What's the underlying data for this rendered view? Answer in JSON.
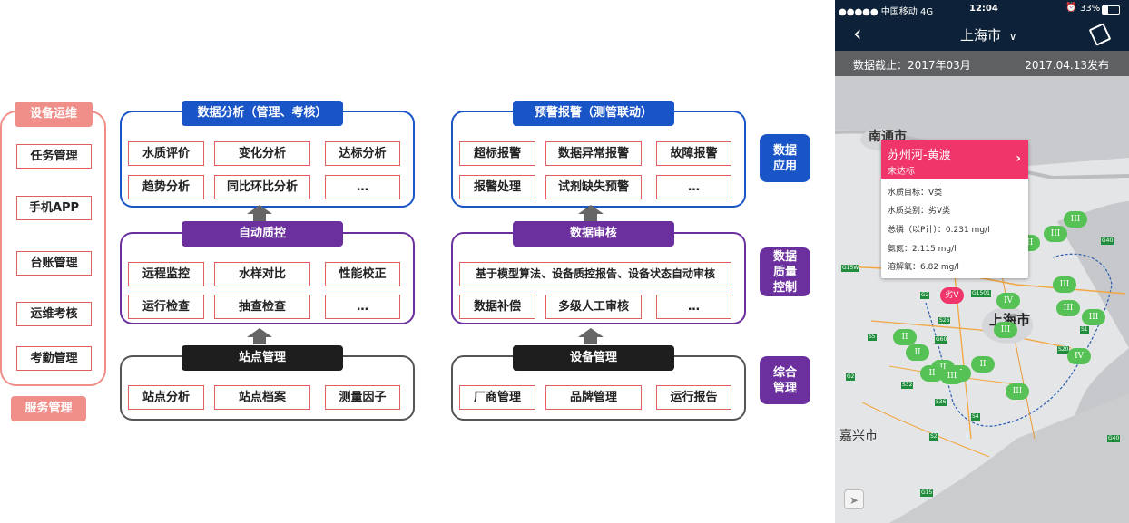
{
  "diagram": {
    "left_panel": {
      "title": "设备运维",
      "items": [
        "任务管理",
        "手机APP",
        "台账管理",
        "运维考核",
        "考勤管理"
      ],
      "footer": "服务管理"
    },
    "groups": {
      "analysis": {
        "title": "数据分析（管理、考核）",
        "cells": [
          "水质评价",
          "变化分析",
          "达标分析",
          "趋势分析",
          "同比环比分析",
          "…"
        ]
      },
      "alarm": {
        "title": "预警报警（测管联动）",
        "cells": [
          "超标报警",
          "数据异常报警",
          "故障报警",
          "报警处理",
          "试剂缺失预警",
          "…"
        ]
      },
      "auto_qc": {
        "title": "自动质控",
        "cells": [
          "远程监控",
          "水样对比",
          "性能校正",
          "运行检查",
          "抽查检查",
          "…"
        ]
      },
      "data_review": {
        "title": "数据审核",
        "wide_cell": "基于模型算法、设备质控报告、设备状态自动审核",
        "cells": [
          "数据补偿",
          "多级人工审核",
          "…"
        ]
      },
      "station": {
        "title": "站点管理",
        "cells": [
          "站点分析",
          "站点档案",
          "测量因子"
        ]
      },
      "device": {
        "title": "设备管理",
        "cells": [
          "厂商管理",
          "品牌管理",
          "运行报告"
        ]
      }
    },
    "side_labels": [
      "数据\n应用",
      "数据\n质量\n控制",
      "综合\n管理"
    ],
    "colors": {
      "blue": "#1a55c8",
      "purple": "#6b2f9e",
      "black": "#1e1e1e",
      "salmon": "#f08f8a",
      "cell_border": "#e06060"
    }
  },
  "phone": {
    "status": {
      "carrier": "●●●●● 中国移动  4G",
      "time": "12:04",
      "battery": "33%"
    },
    "nav": {
      "title": "上海市",
      "back_icon": "back-arrow-icon",
      "right_icon": "report-icon"
    },
    "info": {
      "cutoff": "数据截止：2017年03月",
      "published": "2017.04.13发布"
    },
    "map_labels": {
      "nantong": "南通市",
      "shanghai": "上海市",
      "jiaxing": "嘉兴市"
    },
    "selected_marker": "劣V",
    "popup": {
      "title": "苏州河-黄渡",
      "status": "未达标",
      "rows": [
        "水质目标：V类",
        "水质类别：劣V类",
        "总磷（以P计）：0.231 mg/l",
        "氨氮：2.115 mg/l",
        "溶解氧：6.82 mg/l"
      ]
    },
    "markers": [
      "III",
      "III",
      "III",
      "III",
      "IV",
      "III",
      "III",
      "III",
      "II",
      "II",
      "II",
      "II",
      "II",
      "III",
      "II",
      "IV",
      "III"
    ],
    "road_labels": [
      "G40",
      "G15W",
      "G2",
      "S5",
      "S26",
      "G60",
      "S32",
      "S36",
      "S4",
      "S1",
      "S20",
      "G15",
      "G1501",
      "G2",
      "S2",
      "G40"
    ]
  }
}
